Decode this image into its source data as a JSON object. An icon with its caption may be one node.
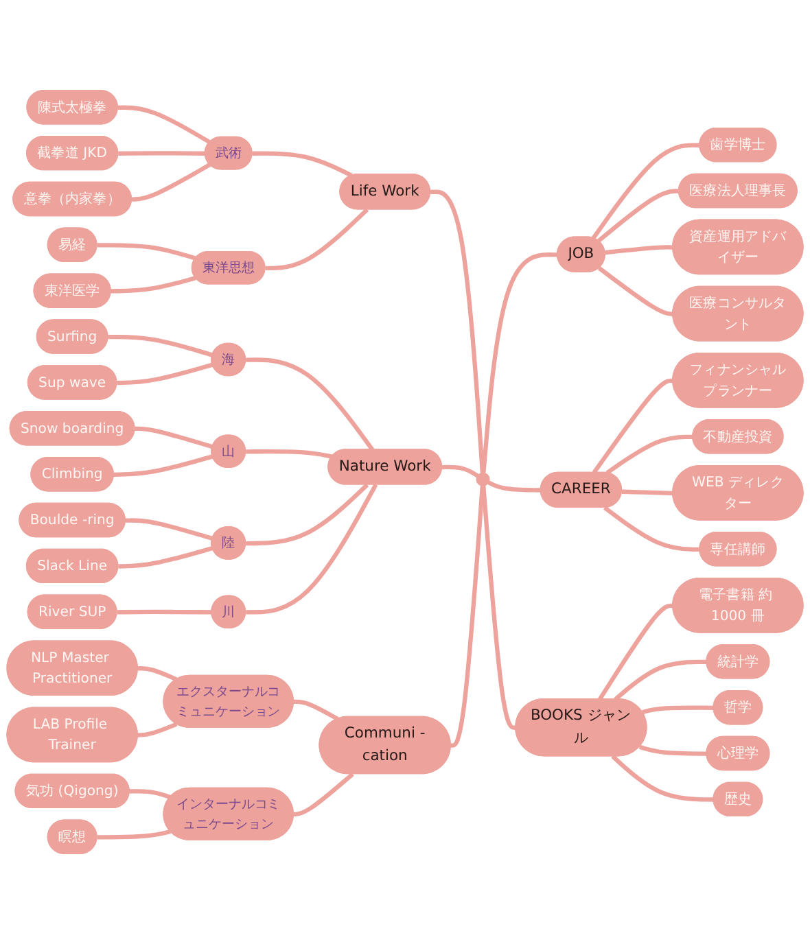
{
  "diagram": {
    "nodes": [
      {
        "text": [],
        "shape": "circle"
      },
      {
        "text": [
          "Life Work"
        ]
      },
      {
        "text": [
          "武術"
        ]
      },
      {
        "text": [
          "陳式太極拳"
        ]
      },
      {
        "text": [
          "截拳道 JKD"
        ]
      },
      {
        "text": [
          "意拳（内家拳）"
        ]
      },
      {
        "text": [
          "東洋思想"
        ]
      },
      {
        "text": [
          "易経"
        ]
      },
      {
        "text": [
          "東洋医学"
        ]
      },
      {
        "text": [
          "JOB"
        ]
      },
      {
        "text": [
          "歯学博士"
        ]
      },
      {
        "text": [
          "医療法人理事長"
        ]
      },
      {
        "text": [
          "資産運用アドバイザー"
        ]
      },
      {
        "text": [
          "医療コンサルタント"
        ]
      },
      {
        "text": [
          "Nature Work"
        ]
      },
      {
        "text": [
          "海"
        ]
      },
      {
        "text": [
          "Surfing"
        ]
      },
      {
        "text": [
          "Sup wave"
        ]
      },
      {
        "text": [
          "山"
        ]
      },
      {
        "text": [
          "Snow boarding"
        ]
      },
      {
        "text": [
          "Climbing"
        ]
      },
      {
        "text": [
          "陸"
        ]
      },
      {
        "text": [
          "Boulde -ring"
        ]
      },
      {
        "text": [
          "Slack Line"
        ]
      },
      {
        "text": [
          "川"
        ]
      },
      {
        "text": [
          "River SUP"
        ]
      },
      {
        "text": [
          "CAREER"
        ]
      },
      {
        "text": [
          "フィナンシャルプランナー"
        ]
      },
      {
        "text": [
          "不動産投資"
        ]
      },
      {
        "text": [
          "WEB ディレクター"
        ]
      },
      {
        "text": [
          "専任講師"
        ]
      },
      {
        "text": [
          "Communi -cation"
        ]
      },
      {
        "text": [
          "エクスターナルコミュニケーション"
        ]
      },
      {
        "text": [
          "NLP Master Practitioner"
        ]
      },
      {
        "text": [
          "LAB Profile Trainer"
        ]
      },
      {
        "text": [
          "インターナルコミュニケーション"
        ]
      },
      {
        "text": [
          "気功 (Qigong)"
        ]
      },
      {
        "text": [
          "瞑想"
        ]
      },
      {
        "text": [
          "BOOKS ジャンル"
        ]
      },
      {
        "text": [
          "電子書籍 約 1000 冊"
        ]
      },
      {
        "text": [
          "統計学"
        ]
      },
      {
        "text": [
          "哲学"
        ]
      },
      {
        "text": [
          "心理学"
        ]
      },
      {
        "text": [
          "歴史"
        ]
      }
    ],
    "edges": [
      {
        "from": 1,
        "to": 0,
        "arrow": "none"
      },
      {
        "from": 2,
        "to": 1,
        "arrow": "none"
      },
      {
        "from": 3,
        "to": 2,
        "arrow": "none"
      },
      {
        "from": 4,
        "to": 2,
        "arrow": "none"
      },
      {
        "from": 5,
        "to": 2,
        "arrow": "none"
      },
      {
        "from": 6,
        "to": 1,
        "arrow": "none"
      },
      {
        "from": 7,
        "to": 6,
        "arrow": "none"
      },
      {
        "from": 8,
        "to": 6,
        "arrow": "none"
      },
      {
        "from": 0,
        "to": 9,
        "arrow": "none"
      },
      {
        "from": 9,
        "to": 10,
        "arrow": "none"
      },
      {
        "from": 9,
        "to": 11,
        "arrow": "none"
      },
      {
        "from": 9,
        "to": 12,
        "arrow": "none"
      },
      {
        "from": 9,
        "to": 13,
        "arrow": "none"
      },
      {
        "from": 14,
        "to": 0,
        "arrow": "none"
      },
      {
        "from": 15,
        "to": 14,
        "arrow": "none"
      },
      {
        "from": 16,
        "to": 15,
        "arrow": "none"
      },
      {
        "from": 17,
        "to": 15,
        "arrow": "none"
      },
      {
        "from": 18,
        "to": 14,
        "arrow": "none"
      },
      {
        "from": 19,
        "to": 18,
        "arrow": "none"
      },
      {
        "from": 20,
        "to": 18,
        "arrow": "none"
      },
      {
        "from": 21,
        "to": 14,
        "arrow": "none"
      },
      {
        "from": 22,
        "to": 21,
        "arrow": "none"
      },
      {
        "from": 23,
        "to": 21,
        "arrow": "none"
      },
      {
        "from": 24,
        "to": 14,
        "arrow": "none"
      },
      {
        "from": 25,
        "to": 24,
        "arrow": "none"
      },
      {
        "from": 0,
        "to": 26,
        "arrow": "none"
      },
      {
        "from": 26,
        "to": 27,
        "arrow": "none"
      },
      {
        "from": 26,
        "to": 28,
        "arrow": "none"
      },
      {
        "from": 26,
        "to": 29,
        "arrow": "none"
      },
      {
        "from": 26,
        "to": 30,
        "arrow": "none"
      },
      {
        "from": 31,
        "to": 0,
        "arrow": "none"
      },
      {
        "from": 32,
        "to": 31,
        "arrow": "none"
      },
      {
        "from": 33,
        "to": 32,
        "arrow": "none"
      },
      {
        "from": 34,
        "to": 32,
        "arrow": "none"
      },
      {
        "from": 35,
        "to": 31,
        "arrow": "none"
      },
      {
        "from": 36,
        "to": 35,
        "arrow": "none"
      },
      {
        "from": 37,
        "to": 35,
        "arrow": "none"
      },
      {
        "from": 0,
        "to": 38,
        "arrow": "none"
      },
      {
        "from": 38,
        "to": 39,
        "arrow": "none"
      },
      {
        "from": 38,
        "to": 40,
        "arrow": "none"
      },
      {
        "from": 38,
        "to": 41,
        "arrow": "none"
      },
      {
        "from": 38,
        "to": 42,
        "arrow": "none"
      },
      {
        "from": 38,
        "to": 43,
        "arrow": "none"
      }
    ]
  }
}
